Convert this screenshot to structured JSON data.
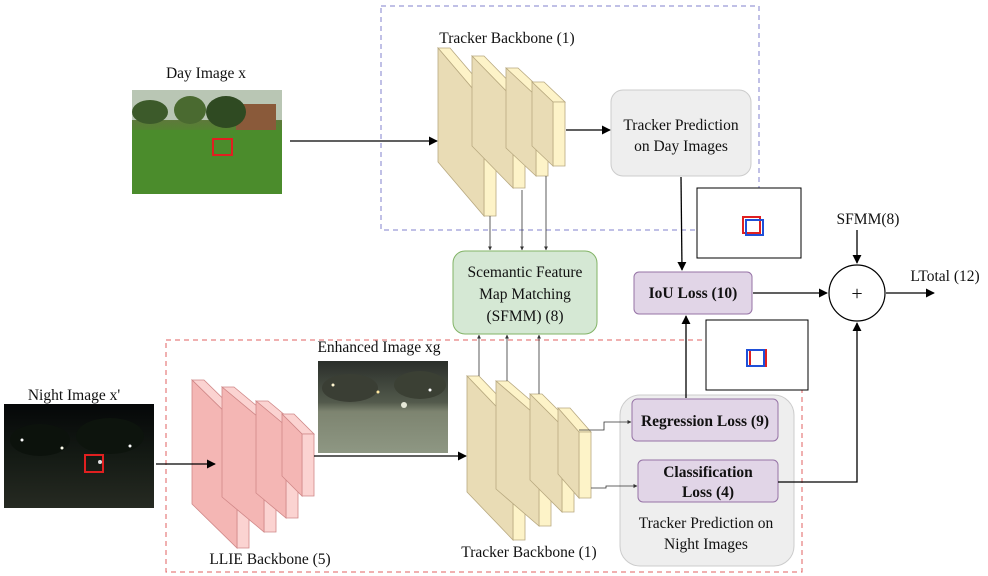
{
  "day_image": {
    "label": "Day Image x"
  },
  "night_image": {
    "label": "Night Image x'"
  },
  "enhanced_image": {
    "label": "Enhanced Image xg"
  },
  "top_backbone": {
    "label": "Tracker Backbone (1)"
  },
  "bottom_backbone": {
    "label": "Tracker Backbone (1)"
  },
  "llie_backbone": {
    "label": "LLIE Backbone (5)"
  },
  "day_prediction": {
    "line1": "Tracker Prediction",
    "line2": "on Day Images"
  },
  "night_prediction": {
    "line1": "Tracker Prediction on",
    "line2": "Night Images"
  },
  "sfmm": {
    "line1": "Scemantic Feature",
    "line2": "Map Matching",
    "line3": "(SFMM) (8)"
  },
  "iou_loss": {
    "label": "IoU Loss (10)"
  },
  "regression_loss": {
    "label": "Regression Loss (9)"
  },
  "classification_loss": {
    "line1": "Classification",
    "line2": "Loss (4)"
  },
  "sum_node": {
    "symbol": "+"
  },
  "sfmm_input": {
    "label": "SFMM(8)"
  },
  "total_loss": {
    "label": "LTotal (12)"
  },
  "colors": {
    "backbone_fill": "#e9dcb5",
    "backbone_light": "#fdf3c8",
    "llie_fill": "#f4b6b4",
    "sfmm_fill": "#d5e8d4",
    "sfmm_stroke": "#82b366",
    "loss_fill": "#e1d5e7",
    "loss_stroke": "#9673a6",
    "prediction_fill": "#eeeeee",
    "top_frame": "#8080cc",
    "bottom_frame": "#e06060",
    "bbox_red": "#e02020",
    "bbox_blue": "#1f4fd8"
  }
}
